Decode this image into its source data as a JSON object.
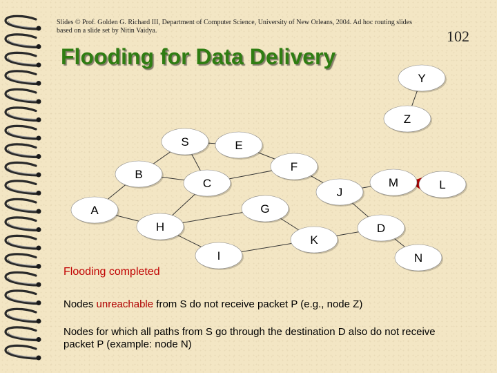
{
  "slide": {
    "credit": "Slides © Prof. Golden G. Richard III, Department of Computer Science, University of New Orleans, 2004. Ad hoc routing slides based on a slide set by Nitin Vaidya.",
    "number": "102",
    "title": "Flooding for Data Delivery",
    "status": "Flooding completed",
    "note1": {
      "before": "Nodes ",
      "highlight": "unreachable",
      "after": " from S do not receive packet P (e.g., node Z)"
    },
    "note2": "Nodes for which all paths from S go through the destination D also do not receive packet P (example: node N)"
  },
  "colors": {
    "node_fill": "#ffffff",
    "title": "#2f7d12",
    "status": "#c00000",
    "arrow": "#b00000"
  },
  "graph": {
    "nodes": [
      {
        "id": "S",
        "label": "S"
      },
      {
        "id": "E",
        "label": "E"
      },
      {
        "id": "F",
        "label": "F"
      },
      {
        "id": "B",
        "label": "B"
      },
      {
        "id": "C",
        "label": "C"
      },
      {
        "id": "M",
        "label": "M"
      },
      {
        "id": "L",
        "label": "L"
      },
      {
        "id": "J",
        "label": "J"
      },
      {
        "id": "A",
        "label": "A"
      },
      {
        "id": "G",
        "label": "G"
      },
      {
        "id": "H",
        "label": "H"
      },
      {
        "id": "D",
        "label": "D"
      },
      {
        "id": "K",
        "label": "K"
      },
      {
        "id": "I",
        "label": "I"
      },
      {
        "id": "N",
        "label": "N"
      },
      {
        "id": "Y",
        "label": "Y"
      },
      {
        "id": "Z",
        "label": "Z"
      }
    ],
    "edges": [
      [
        "S",
        "E"
      ],
      [
        "S",
        "B"
      ],
      [
        "S",
        "C"
      ],
      [
        "E",
        "F"
      ],
      [
        "B",
        "C"
      ],
      [
        "B",
        "A"
      ],
      [
        "C",
        "F"
      ],
      [
        "C",
        "H"
      ],
      [
        "F",
        "J"
      ],
      [
        "J",
        "M"
      ],
      [
        "M",
        "L"
      ],
      [
        "A",
        "H"
      ],
      [
        "H",
        "G"
      ],
      [
        "H",
        "I"
      ],
      [
        "G",
        "K"
      ],
      [
        "K",
        "D"
      ],
      [
        "J",
        "D"
      ],
      [
        "D",
        "N"
      ],
      [
        "I",
        "K"
      ],
      [
        "Z",
        "Y"
      ]
    ],
    "packet_arrow": {
      "from": "L",
      "to": "M"
    }
  }
}
